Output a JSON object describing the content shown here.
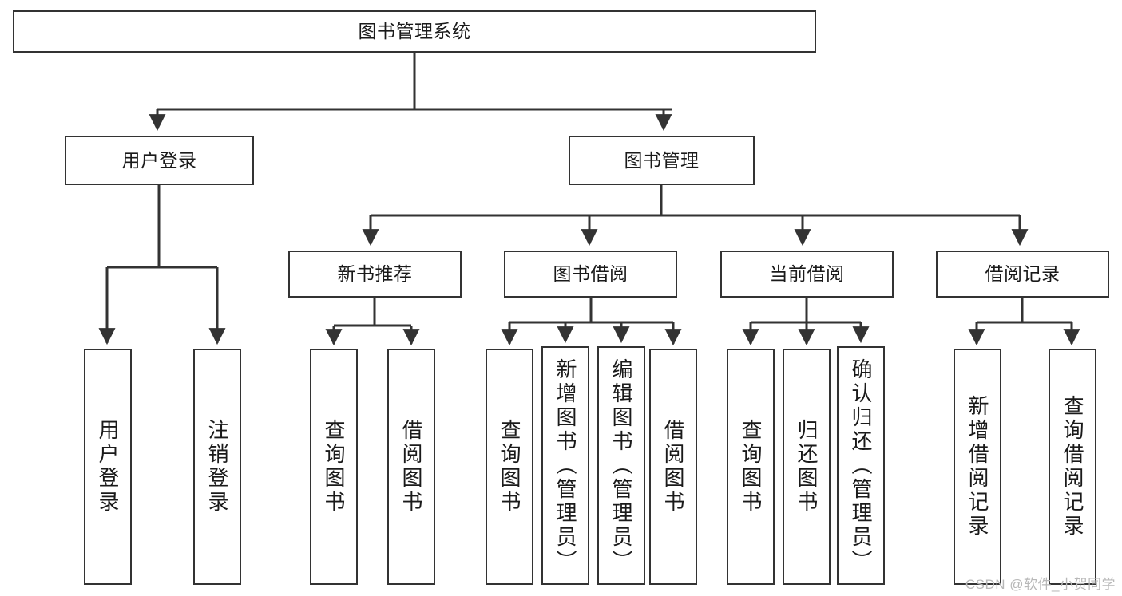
{
  "diagram": {
    "type": "tree-hierarchy",
    "title": "图书管理系统",
    "watermark": "CSDN @软件_小贺同学",
    "colors": {
      "border": "#333333",
      "background": "#ffffff",
      "text": "#1a1a1a",
      "watermark": "#b8b8b8"
    },
    "levels": {
      "root": {
        "label": "图书管理系统"
      },
      "level1": [
        {
          "label": "用户登录"
        },
        {
          "label": "图书管理"
        }
      ],
      "level2": [
        {
          "label": "新书推荐"
        },
        {
          "label": "图书借阅"
        },
        {
          "label": "当前借阅"
        },
        {
          "label": "借阅记录"
        }
      ]
    },
    "nodes": {
      "root": "图书管理系统",
      "user_login": "用户登录",
      "book_manage": "图书管理",
      "new_book_rec": "新书推荐",
      "book_borrow": "图书借阅",
      "current_borrow": "当前借阅",
      "borrow_record": "借阅记录",
      "leaf_user_login": "用户登录",
      "leaf_logout": "注销登录",
      "leaf_query_book_1": "查询图书",
      "leaf_borrow_book_1": "借阅图书",
      "leaf_query_book_2": "查询图书",
      "leaf_add_book": "新增图书（管理员）",
      "leaf_edit_book": "编辑图书（管理员）",
      "leaf_borrow_book_2": "借阅图书",
      "leaf_query_book_3": "查询图书",
      "leaf_return_book": "归还图书",
      "leaf_confirm_return": "确认归还（管理员）",
      "leaf_add_record": "新增借阅记录",
      "leaf_query_record": "查询借阅记录"
    }
  }
}
